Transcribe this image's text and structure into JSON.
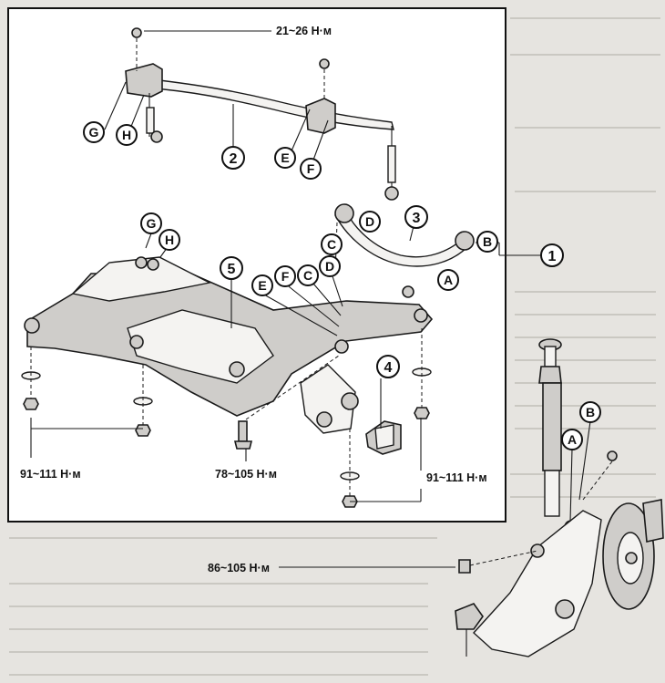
{
  "callouts": {
    "1": "1",
    "2": "2",
    "3": "3",
    "4": "4",
    "5": "5",
    "A": "A",
    "B": "B",
    "C": "C",
    "D": "D",
    "E": "E",
    "F": "F",
    "G": "G",
    "H": "H"
  },
  "torques": {
    "stabilizer_nut": "21~26 Н·м",
    "crossmember_left": "91~111 Н·м",
    "bolt_center": "78~105 Н·м",
    "crossmember_right": "91~111 Н·м",
    "knuckle_bolt": "86~105 Н·м"
  },
  "colors": {
    "ink": "#111111",
    "paper": "#e6e4e0",
    "frame_fill": "#ffffff"
  }
}
